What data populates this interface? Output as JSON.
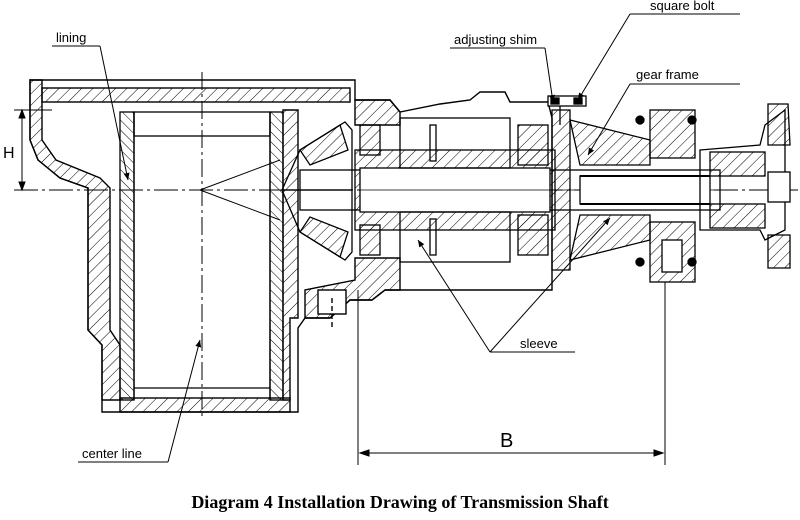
{
  "labels": {
    "lining": "lining",
    "adjusting_shim": "adjusting shim",
    "square_bolt": "square bolt",
    "gear_frame": "gear frame",
    "sleeve": "sleeve",
    "center_line": "center line"
  },
  "dimensions": {
    "height": "H",
    "length": "B"
  },
  "caption": "Diagram 4 Installation Drawing of Transmission Shaft"
}
